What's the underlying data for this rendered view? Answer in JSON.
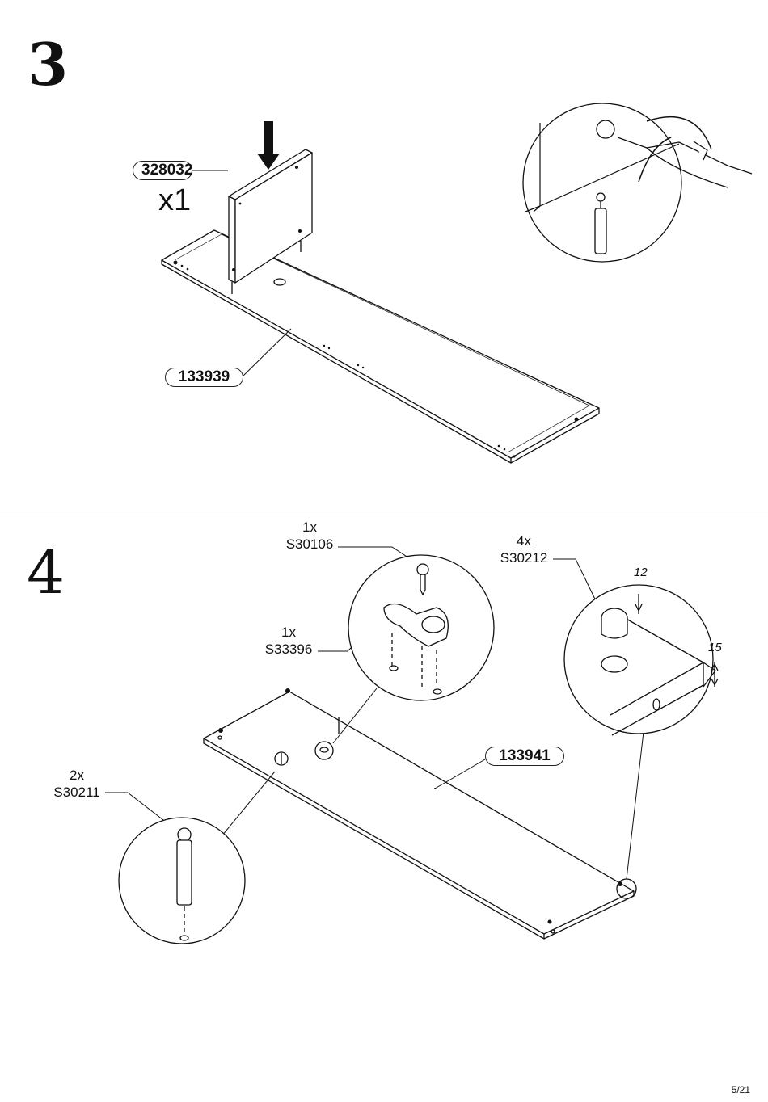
{
  "step3": {
    "number": "3",
    "parts": [
      {
        "code": "328032",
        "quantity": "x1"
      },
      {
        "code": "133939"
      }
    ]
  },
  "step4": {
    "number": "4",
    "parts": [
      {
        "code": "133941"
      }
    ],
    "hardware": [
      {
        "quantity": "1x",
        "code": "S30106"
      },
      {
        "quantity": "1x",
        "code": "S33396"
      },
      {
        "quantity": "4x",
        "code": "S30212"
      },
      {
        "quantity": "2x",
        "code": "S30211"
      }
    ],
    "dimensions": [
      "12",
      "15"
    ]
  },
  "page": {
    "number": "5/21"
  }
}
